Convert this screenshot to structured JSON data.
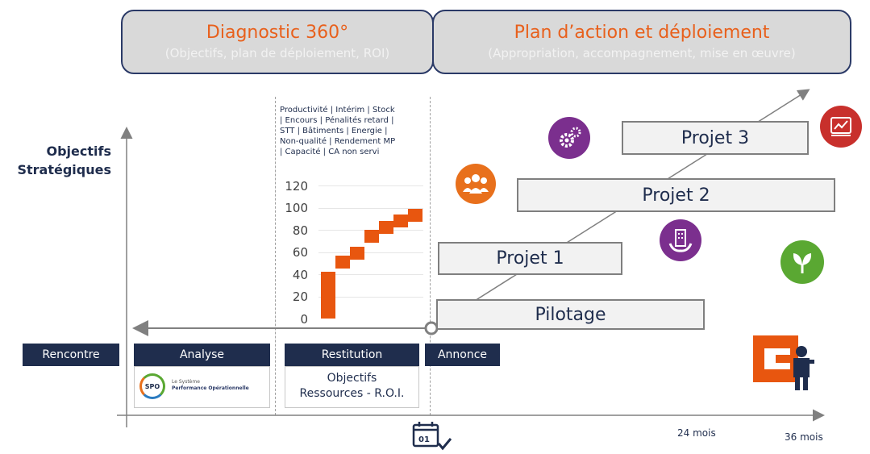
{
  "phases": [
    {
      "title": "Diagnostic 360°",
      "subtitle": "(Objectifs, plan de déploiement, ROI)"
    },
    {
      "title": "Plan d’action et déploiement",
      "subtitle": "(Appropriation, accompagnement, mise en œuvre)"
    }
  ],
  "y_axis_label": [
    "Objectifs",
    "Stratégiques"
  ],
  "indicators_text": [
    "Productivité | Intérim | Stock",
    "| Encours | Pénalités retard |",
    "STT | Bâtiments | Energie |",
    "Non-qualité | Rendement MP",
    "| Capacité | CA non servi"
  ],
  "chart_data": {
    "type": "bar",
    "title": "",
    "ylim": [
      0,
      120
    ],
    "yticks": [
      "120",
      "100",
      "80",
      "60",
      "40",
      "20",
      "0"
    ],
    "values": [
      42,
      57,
      65,
      80,
      88,
      94,
      99
    ],
    "color": "#e8560f"
  },
  "projects": [
    "Projet 3",
    "Projet 2",
    "Projet 1",
    "Pilotage"
  ],
  "steps": {
    "rencontre": "Rencontre",
    "analyse": "Analyse",
    "restitution": "Restitution",
    "annonce": "Annonce"
  },
  "restitution_box": [
    "Objectifs",
    "Ressources -  R.O.I."
  ],
  "spo": {
    "abbr": "SPO",
    "line1": "Le Système",
    "line2": "Performance Opérationnelle"
  },
  "time_labels": {
    "m24": "24 mois",
    "m36": "36 mois"
  },
  "icons": [
    "people-icon",
    "gears-icon",
    "building-hands-icon",
    "growth-chart-icon",
    "leaf-icon",
    "calendar-icon",
    "logo-figure-icon"
  ],
  "colors": {
    "accent": "#e8601c",
    "navy": "#1f2d4d",
    "purple": "#7b2f8e",
    "red": "#c8302c",
    "green": "#5aa832",
    "orange": "#e8701c"
  }
}
